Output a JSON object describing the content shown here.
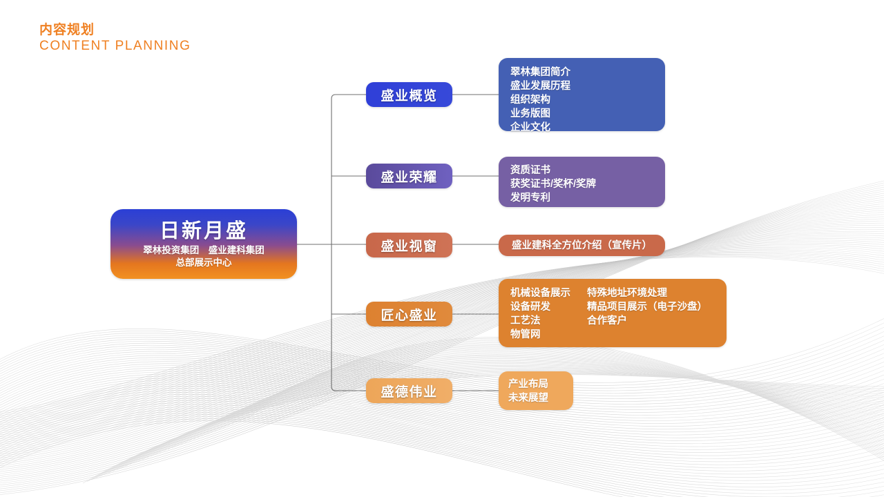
{
  "heading": {
    "cn": "内容规划",
    "en": "CONTENT PLANNING",
    "color": "#EF8022"
  },
  "root": {
    "title": "日新月盛",
    "sub_line1": "翠林投资集团　盛业建科集团",
    "sub_line2": "总部展示中心",
    "gradient_from": "#2B3FD6",
    "gradient_to": "#F29121"
  },
  "branches": [
    {
      "label": "盛业概览",
      "label_color": "#3340D8",
      "panel_color": "#4460B4",
      "items_col1": [
        "翠林集团简介",
        "盛业发展历程",
        "组织架构",
        "业务版图",
        "企业文化"
      ],
      "items_col2": []
    },
    {
      "label": "盛业荣耀",
      "label_color": "#5F4D9E",
      "panel_color": "#7660A4",
      "items_col1": [
        "资质证书",
        "获奖证书/奖杯/奖牌",
        "发明专利"
      ],
      "items_col2": []
    },
    {
      "label": "盛业视窗",
      "label_color": "#C9694A",
      "panel_color": "#C9694A",
      "items_col1": [
        "盛业建科全方位介绍（宣传片）"
      ],
      "items_col2": []
    },
    {
      "label": "匠心盛业",
      "label_color": "#DD822F",
      "panel_color": "#DD822F",
      "items_col1": [
        "机械设备展示",
        "设备研发",
        "工艺法",
        "物管网"
      ],
      "items_col2": [
        "特殊地址环境处理",
        "精品项目展示（电子沙盘）",
        "合作客户"
      ]
    },
    {
      "label": "盛德伟业",
      "label_color": "#EFA85C",
      "panel_color": "#EFA85C",
      "items_col1": [
        "产业布局",
        "未来展望"
      ],
      "items_col2": []
    }
  ],
  "connector": {
    "color": "#6F6F6F"
  }
}
